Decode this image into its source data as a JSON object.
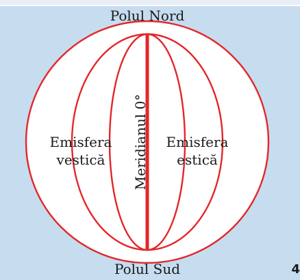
{
  "labels": {
    "north_pole": "Polul Nord",
    "south_pole": "Polul Sud",
    "west_line1": "Emisfera",
    "west_line2": "vestică",
    "east_line1": "Emisfera",
    "east_line2": "estică",
    "meridian": "Meridianul 0°"
  },
  "page_number": "4",
  "colors": {
    "background": "#c6dcef",
    "outline": "#e3262a",
    "text": "#1a1a1a"
  }
}
